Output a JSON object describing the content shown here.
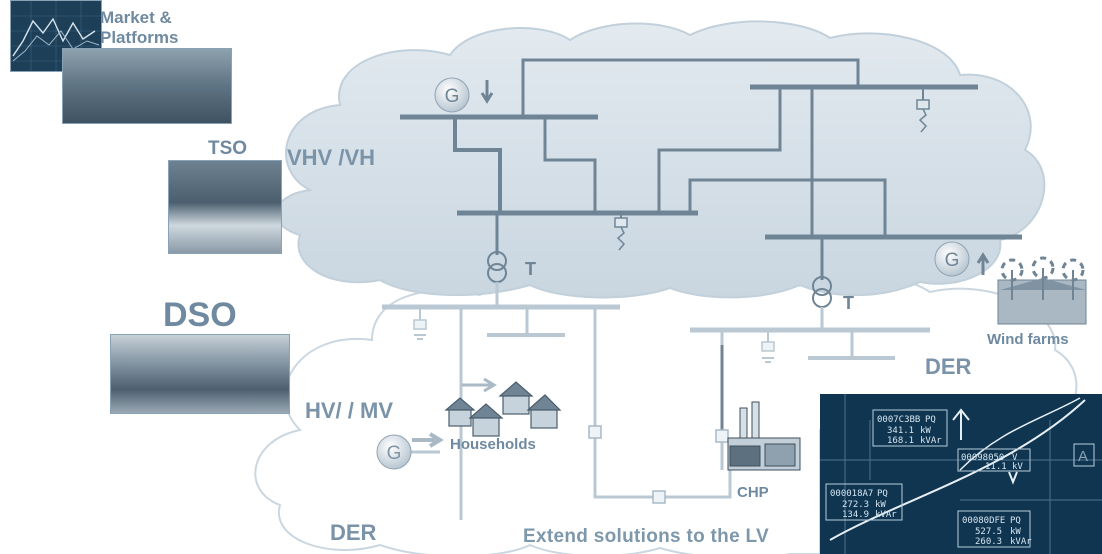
{
  "labels": {
    "market": "Market & Platforms",
    "market_line1": "Market &",
    "market_line2": "Platforms",
    "tso": "TSO",
    "dso": "DSO",
    "vhv": "VHV /VH",
    "hvmv": "HV/ / MV",
    "der_right": "DER",
    "der_bottom": "DER",
    "wind_farms": "Wind farms",
    "households": "Households",
    "chp": "CHP",
    "extend": "Extend solutions to the LV"
  },
  "symbols": {
    "generator": "G",
    "transformer": "T"
  },
  "scada": {
    "boxes": [
      {
        "id": "0007C3BB",
        "type": "PQ",
        "v1": "341.1",
        "u1": "kW",
        "v2": "168.1",
        "u2": "kVAr"
      },
      {
        "id": "00098050",
        "type": "V",
        "v1": "11.1",
        "u1": "kV"
      },
      {
        "id": "000018A7",
        "type": "PQ",
        "v1": "272.3",
        "u1": "kW",
        "v2": "134.9",
        "u2": "kVAr"
      },
      {
        "id": "00080DFE",
        "type": "PQ",
        "v1": "527.5",
        "u1": "kW",
        "v2": "260.3",
        "u2": "kVAr"
      }
    ],
    "side_letter": "A"
  },
  "colors": {
    "cloud_fill": "#d2dde6",
    "cloud_stroke": "#c4d2dd",
    "lower_cloud_stroke": "#c9d6e0",
    "bus_upper": "#6f8596",
    "bus_lower": "#b9c8d3",
    "label": "#6f8aa0",
    "scada_bg": "#0f3550"
  }
}
